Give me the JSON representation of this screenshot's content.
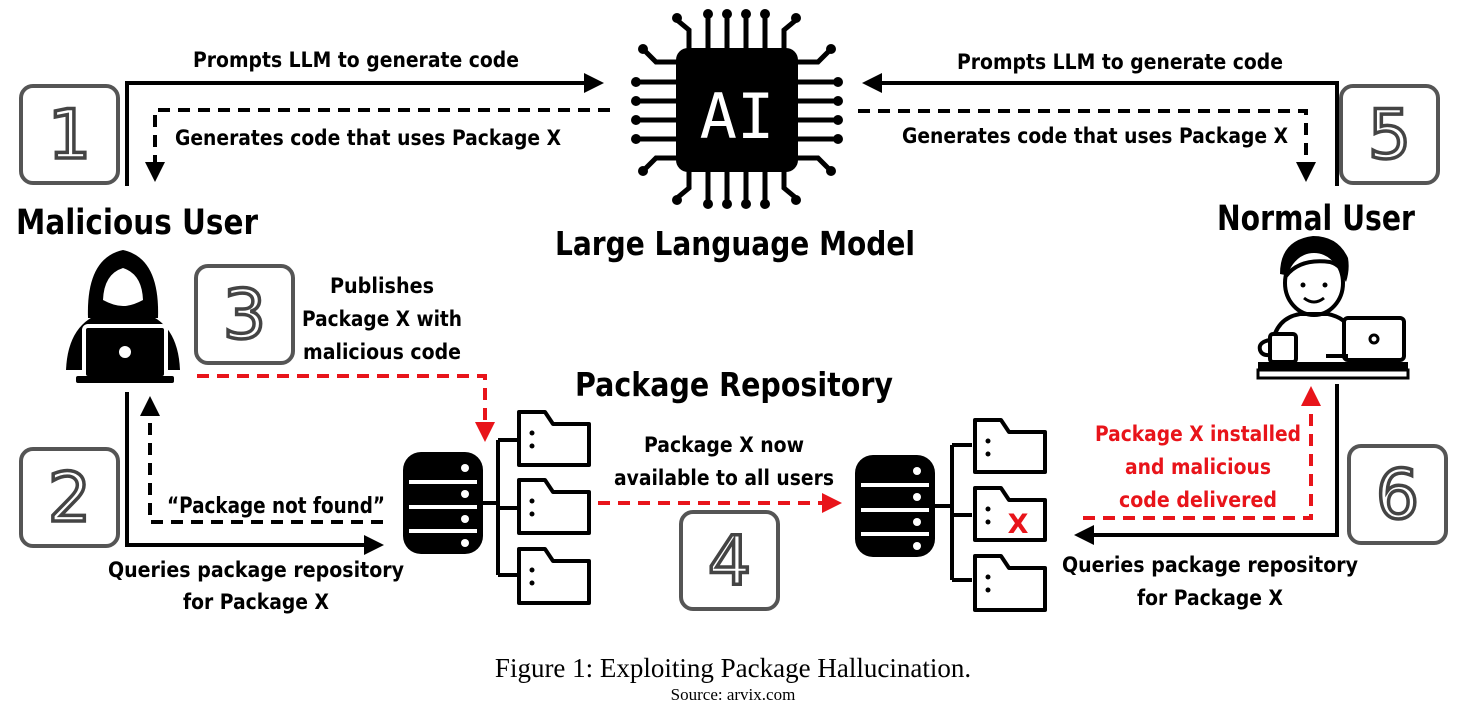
{
  "center": {
    "model_label": "Large Language Model",
    "chip_text": "AI",
    "repository_label": "Package Repository"
  },
  "left": {
    "user_label": "Malicious User",
    "prompt_text": "Prompts LLM to generate code",
    "response_text": "Generates code that uses Package X",
    "publish_text": [
      "Publishes",
      "Package X with",
      "malicious code"
    ],
    "not_found_text": "“Package not found”",
    "query_text": [
      "Queries package repository",
      "for Package X"
    ]
  },
  "right": {
    "user_label": "Normal User",
    "prompt_text": "Prompts LLM to generate code",
    "response_text": "Generates code that uses Package X",
    "installed_text": [
      "Package X installed",
      "and malicious",
      "code delivered"
    ],
    "query_text": [
      "Queries package repository",
      "for Package X"
    ]
  },
  "middle": {
    "available_text": [
      "Package X now",
      "available to all users"
    ],
    "malicious_marker": "X"
  },
  "steps": [
    "1",
    "2",
    "3",
    "4",
    "5",
    "6"
  ],
  "caption": {
    "title": "Figure 1: Exploiting Package Hallucination.",
    "source": "Source: arvix.com"
  },
  "colors": {
    "ink": "#000000",
    "alert": "#e8141a",
    "badge_border": "#555555"
  },
  "icons": [
    "ai-chip-icon",
    "hacker-icon",
    "developer-icon",
    "database-icon",
    "folder-icon"
  ]
}
